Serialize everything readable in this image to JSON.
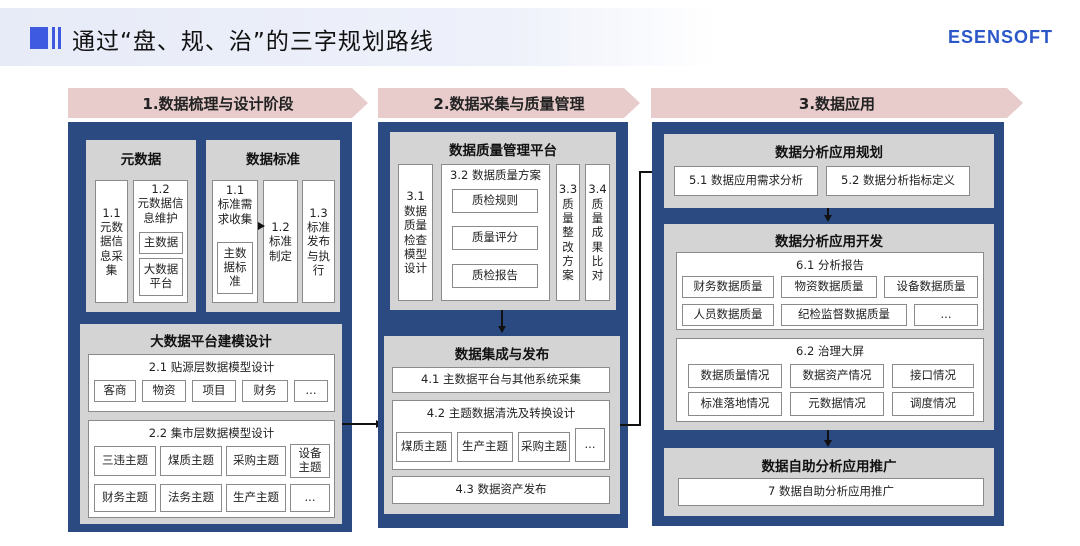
{
  "header": {
    "title": "通过“盘、规、治”的三字规划路线",
    "brand": "ESENSOFT"
  },
  "phases": [
    "1.数据梳理与设计阶段",
    "2.数据采集与质量管理",
    "3.数据应用"
  ],
  "col1": {
    "metadata": {
      "title": "元数据",
      "item1": "1.1\n元数\n据信\n息采\n集",
      "item2": "1.2\n元数据信\n息维护",
      "sub1": "主数据",
      "sub2": "大数据\n平台"
    },
    "standard": {
      "title": "数据标准",
      "item1": "1.1\n标准需\n求收集",
      "sub1": "主数\n据标\n准",
      "item2": "1.2\n标准\n制定",
      "item3": "1.3\n标准\n发布\n与执\n行"
    },
    "modeling": {
      "title": "大数据平台建模设计",
      "sec1": {
        "title": "2.1 贴源层数据模型设计",
        "chips": [
          "客商",
          "物资",
          "项目",
          "财务",
          "..."
        ]
      },
      "sec2": {
        "title": "2.2 集市层数据模型设计",
        "chips": [
          "三违主题",
          "煤质主题",
          "采购主题",
          "设备\n主题",
          "财务主题",
          "法务主题",
          "生产主题",
          "..."
        ]
      }
    }
  },
  "col2": {
    "quality": {
      "title": "数据质量管理平台",
      "item31": "3.1\n数据\n质量\n检查\n模型\n设计",
      "item32": "3.2 数据质量方案",
      "chips": [
        "质检规则",
        "质量评分",
        "质检报告"
      ],
      "item33": "3.3\n质\n量\n整\n改\n方\n案",
      "item34": "3.4\n质\n量\n成\n果\n比\n对"
    },
    "integration": {
      "title": "数据集成与发布",
      "item41": "4.1 主数据平台与其他系统采集",
      "item42": "4.2 主题数据清洗及转换设计",
      "chips": [
        "煤质主题",
        "生产主题",
        "采购主题",
        "..."
      ],
      "item43": "4.3 数据资产发布"
    }
  },
  "col3": {
    "planning": {
      "title": "数据分析应用规划",
      "items": [
        "5.1 数据应用需求分析",
        "5.2 数据分析指标定义"
      ]
    },
    "development": {
      "title": "数据分析应用开发",
      "report": {
        "title": "6.1 分析报告",
        "chips": [
          "财务数据质量",
          "物资数据质量",
          "设备数据质量",
          "人员数据质量",
          "纪检监督数据质量",
          "..."
        ]
      },
      "screen": {
        "title": "6.2 治理大屏",
        "chips": [
          "数据质量情况",
          "数据资产情况",
          "接口情况",
          "标准落地情况",
          "元数据情况",
          "调度情况"
        ]
      }
    },
    "selfservice": {
      "title": "数据自助分析应用推广",
      "item": "7 数据自助分析应用推广"
    }
  }
}
